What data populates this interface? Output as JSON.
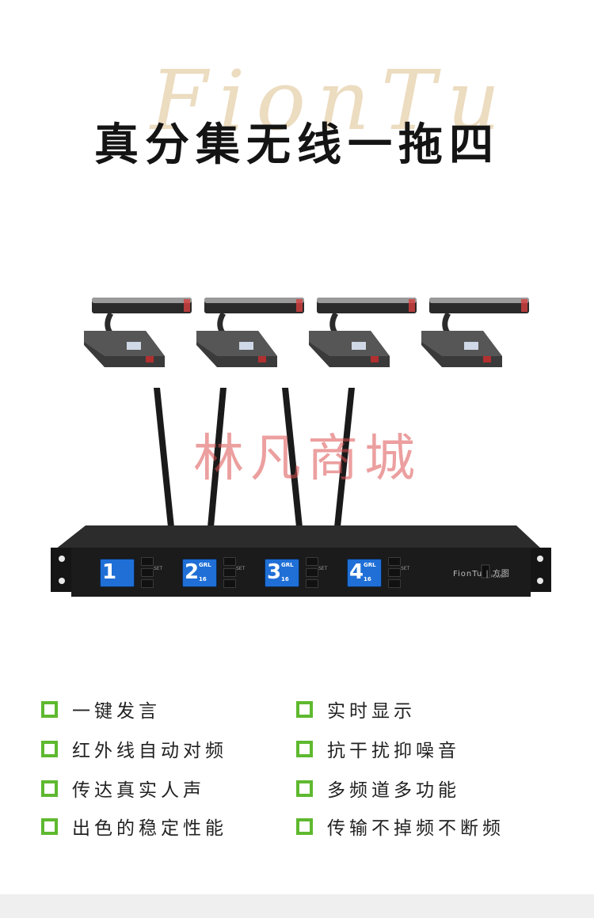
{
  "page": {
    "brand_watermark": "FionTu",
    "title": "真分集无线一拖四",
    "shop_watermark": "林凡商城"
  },
  "product": {
    "receiver_brand": "FionTu | 方图",
    "power_label": "POWER",
    "set_label": "SET",
    "channels": [
      {
        "number": "1",
        "top_text": "",
        "bottom_text": ""
      },
      {
        "number": "2",
        "top_text": "GRL",
        "bottom_text": "16"
      },
      {
        "number": "3",
        "top_text": "GRL",
        "bottom_text": "16"
      },
      {
        "number": "4",
        "top_text": "GRL",
        "bottom_text": "16"
      }
    ]
  },
  "features": {
    "left": [
      "一键发言",
      "红外线自动对频",
      "传达真实人声",
      "出色的稳定性能"
    ],
    "right": [
      "实时显示",
      "抗干扰抑噪音",
      "多频道多功能",
      "传输不掉频不断频"
    ]
  },
  "colors": {
    "check_green": "#5eb92f",
    "lcd_blue": "#1f6fd6",
    "device_black": "#1b1b1b"
  }
}
